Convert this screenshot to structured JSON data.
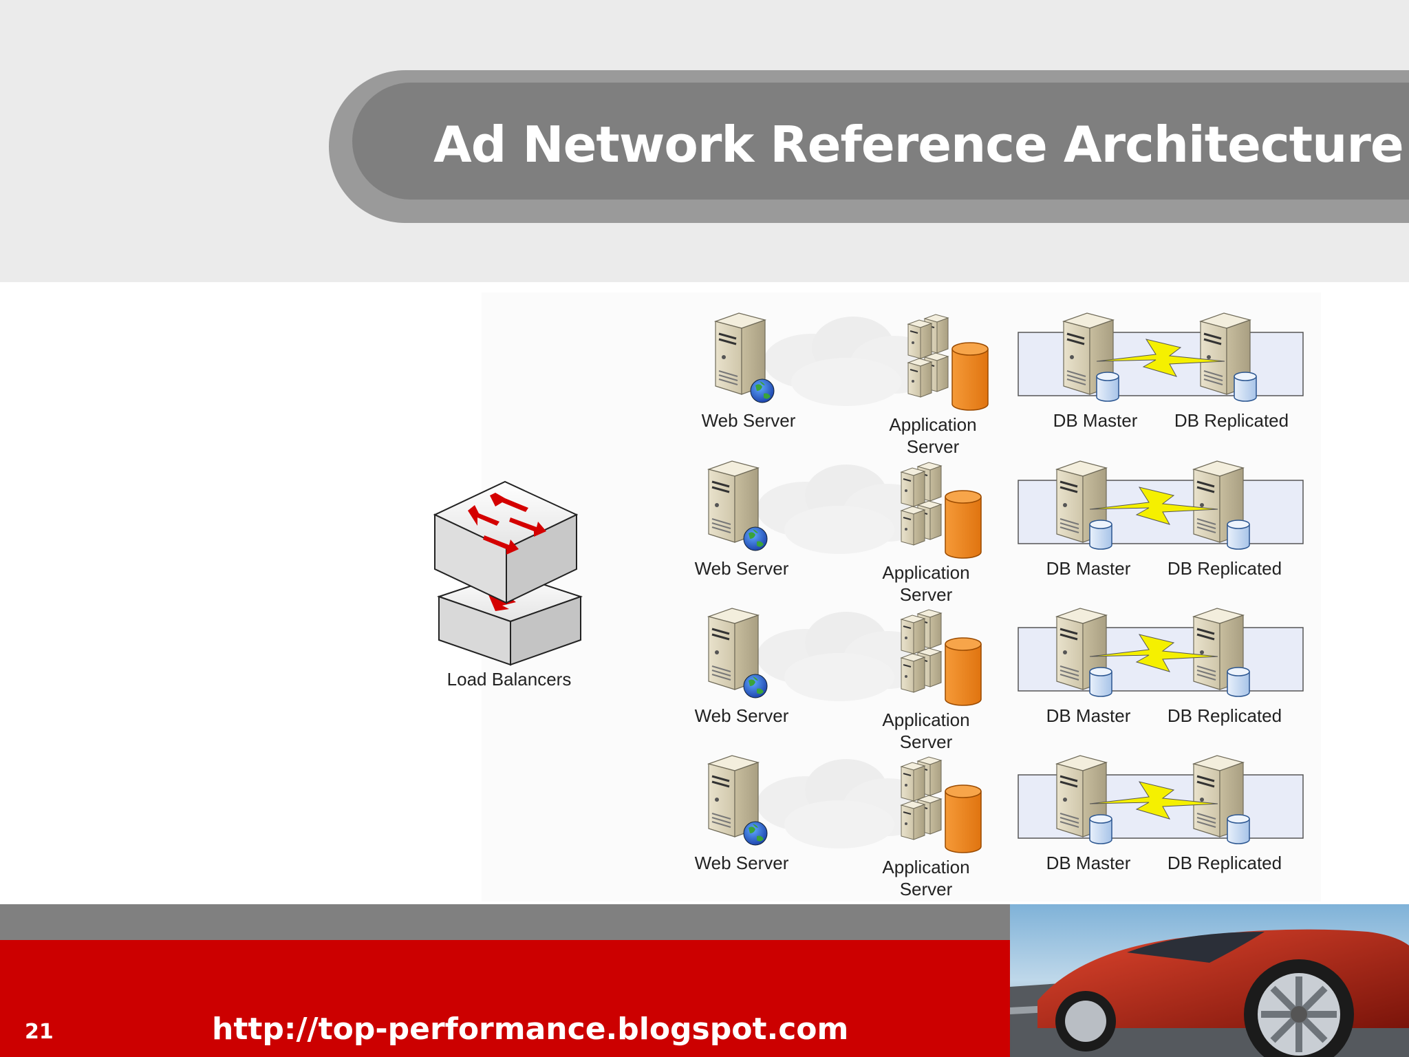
{
  "slide": {
    "title": "Ad Network Reference Architecture",
    "page_number": "21",
    "footer_url": "http://top-performance.blogspot.com"
  },
  "diagram": {
    "load_balancer_label": "Load Balancers",
    "tiers": [
      {
        "web": "Web Server",
        "app_line1": "Application",
        "app_line2": "Server",
        "db_master": "DB Master",
        "db_replicated": "DB Replicated"
      },
      {
        "web": "Web Server",
        "app_line1": "Application",
        "app_line2": "Server",
        "db_master": "DB Master",
        "db_replicated": "DB Replicated"
      },
      {
        "web": "Web Server",
        "app_line1": "Application",
        "app_line2": "Server",
        "db_master": "DB Master",
        "db_replicated": "DB Replicated"
      },
      {
        "web": "Web Server",
        "app_line1": "Application",
        "app_line2": "Server",
        "db_master": "DB Master",
        "db_replicated": "DB Replicated"
      }
    ]
  },
  "colors": {
    "title_band": "#7f7f7f",
    "footer_red": "#cc0000",
    "footer_gray": "#808080",
    "app_cylinder": "#f08a24",
    "replication_bolt": "#f5f000",
    "db_panel": "#e8ecf8"
  },
  "icons": [
    "server-icon",
    "globe-icon",
    "cloud-icon",
    "database-icon",
    "lightning-icon",
    "switch-icon",
    "sports-car-photo"
  ]
}
